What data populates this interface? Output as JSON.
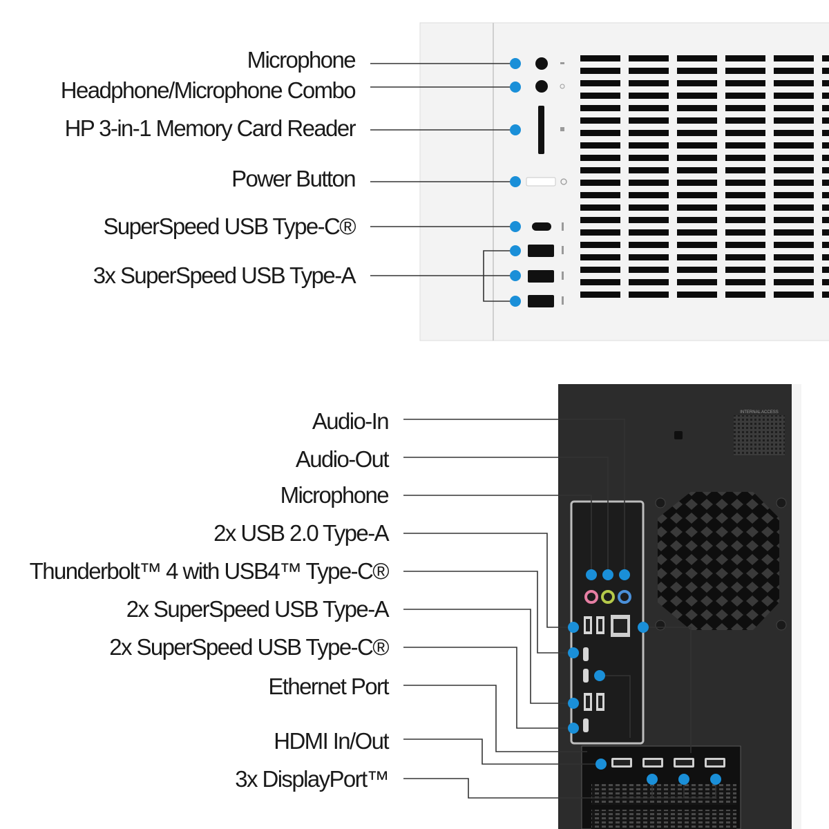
{
  "front_panel": {
    "labels": [
      "Microphone",
      "Headphone/Microphone Combo",
      "HP 3-in-1 Memory Card Reader",
      "Power Button",
      "SuperSpeed USB Type-C®",
      "3x SuperSpeed USB Type-A"
    ]
  },
  "rear_panel": {
    "labels": [
      "Audio-In",
      "Audio-Out",
      "Microphone",
      "2x USB 2.0 Type-A",
      "Thunderbolt™ 4 with USB4™ Type-C®",
      "2x SuperSpeed USB Type-A",
      "2x SuperSpeed USB Type-C®",
      "Ethernet Port",
      "HDMI In/Out",
      "3x DisplayPort™"
    ],
    "vent_text": "INTERNAL ACCESS"
  },
  "colors": {
    "callout_dot": "#1a8fd8",
    "callout_line": "#333333",
    "front_chassis": "#f1f1f1",
    "rear_chassis": "#2b2b2b",
    "audio_in": "#4a90d9",
    "audio_out": "#b5c94a",
    "microphone_jack": "#e67fa3"
  }
}
